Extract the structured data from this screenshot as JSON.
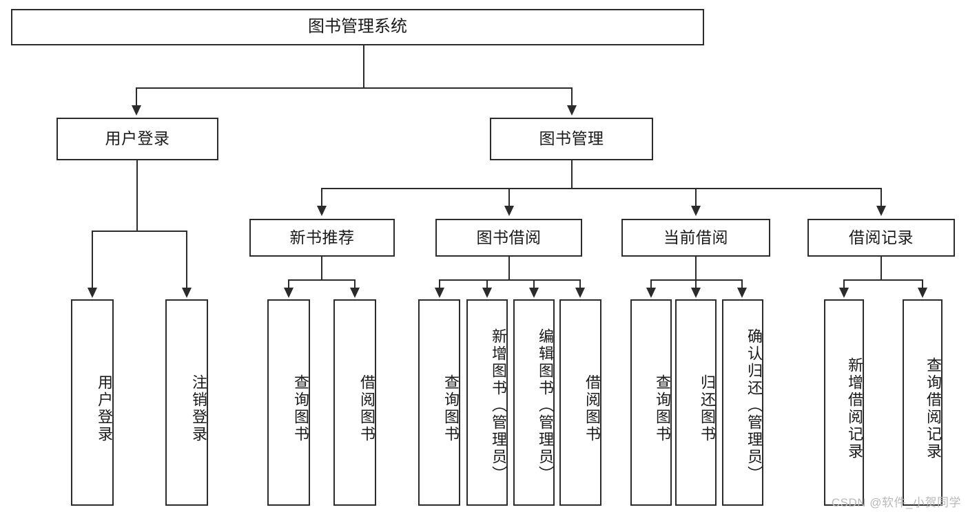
{
  "diagram": {
    "title": "图书管理系统",
    "type": "functional-decomposition-tree",
    "root": {
      "label": "图书管理系统"
    },
    "level2": [
      {
        "label": "用户登录"
      },
      {
        "label": "图书管理"
      }
    ],
    "level3": [
      {
        "label": "新书推荐"
      },
      {
        "label": "图书借阅"
      },
      {
        "label": "当前借阅"
      },
      {
        "label": "借阅记录"
      }
    ],
    "leaves": {
      "user_login": [
        {
          "label": "用户登录"
        },
        {
          "label": "注销登录"
        }
      ],
      "new_book_recommend": [
        {
          "label": "查询图书"
        },
        {
          "label": "借阅图书"
        }
      ],
      "book_borrow": [
        {
          "label": "查询图书"
        },
        {
          "label": "新增图书（管理员）"
        },
        {
          "label": "编辑图书（管理员）"
        },
        {
          "label": "借阅图书"
        }
      ],
      "current_borrow": [
        {
          "label": "查询图书"
        },
        {
          "label": "归还图书"
        },
        {
          "label": "确认归还（管理员）"
        }
      ],
      "borrow_record": [
        {
          "label": "新增借阅记录"
        },
        {
          "label": "查询借阅记录"
        }
      ]
    }
  },
  "watermark": {
    "text": "CSDN @软件_小贺同学"
  },
  "colors": {
    "stroke": "#2b2b2b",
    "background": "#ffffff",
    "text": "#1a1a1a",
    "watermark": "#b9b9b9"
  }
}
